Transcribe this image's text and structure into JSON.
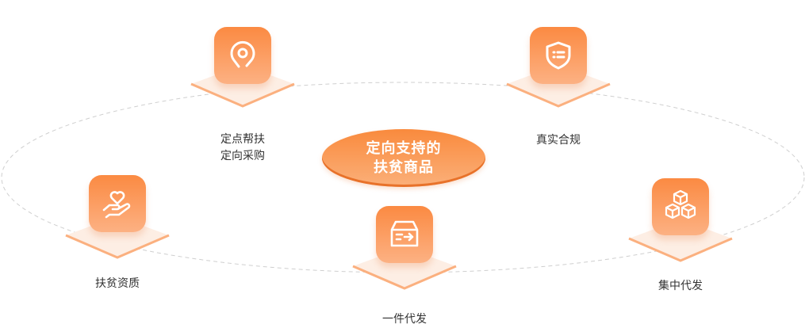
{
  "center": {
    "line1": "定向支持的",
    "line2": "扶贫商品"
  },
  "items": [
    {
      "icon": "location-pin-icon",
      "line1": "定点帮扶",
      "line2": "定向采购"
    },
    {
      "icon": "shield-list-icon",
      "line1": "真实合规"
    },
    {
      "icon": "heart-hand-icon",
      "line1": "扶贫资质"
    },
    {
      "icon": "box-arrow-icon",
      "line1": "一件代发"
    },
    {
      "icon": "cubes-icon",
      "line1": "集中代发"
    }
  ],
  "colors": {
    "accent": "#fb8a42",
    "platform": "#fde9dd",
    "ring": "#cccccc"
  }
}
